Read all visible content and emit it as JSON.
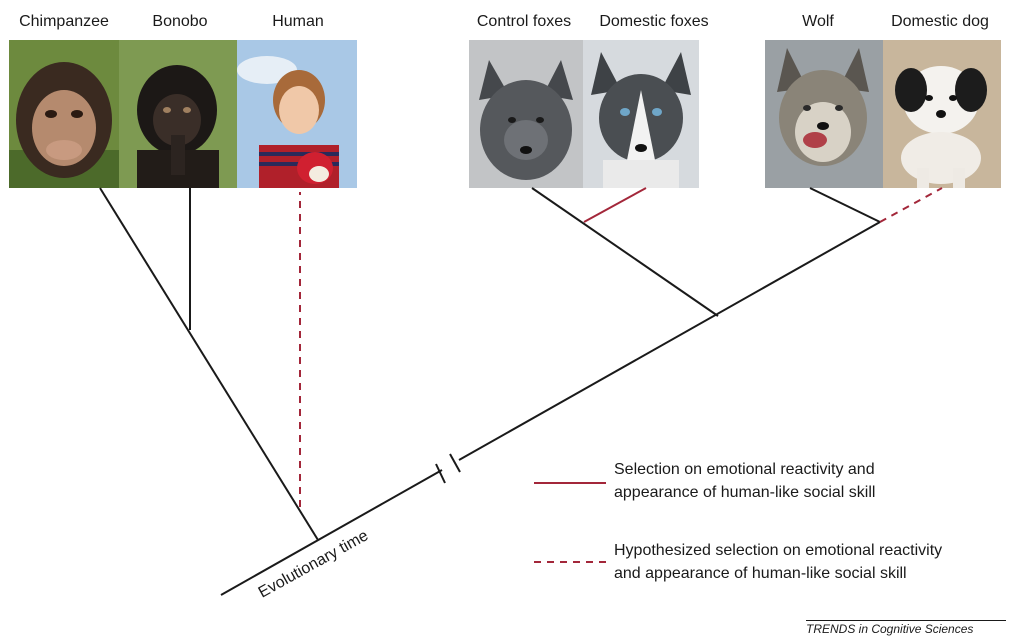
{
  "species": {
    "chimpanzee": "Chimpanzee",
    "bonobo": "Bonobo",
    "human": "Human",
    "control_foxes": "Control foxes",
    "domestic_foxes": "Domestic foxes",
    "wolf": "Wolf",
    "domestic_dog": "Domestic dog"
  },
  "axis_label": "Evolutionary time",
  "legend": {
    "solid_line1": "Selection on emotional reactivity and",
    "solid_line2": "appearance of human-like social skill",
    "dashed_line1": "Hypothesized selection on emotional reactivity",
    "dashed_line2": "and appearance of human-like social skill"
  },
  "credit": "TRENDS in Cognitive Sciences",
  "colors": {
    "tree_line": "#1a1a1a",
    "selection_line": "#a3273a"
  }
}
